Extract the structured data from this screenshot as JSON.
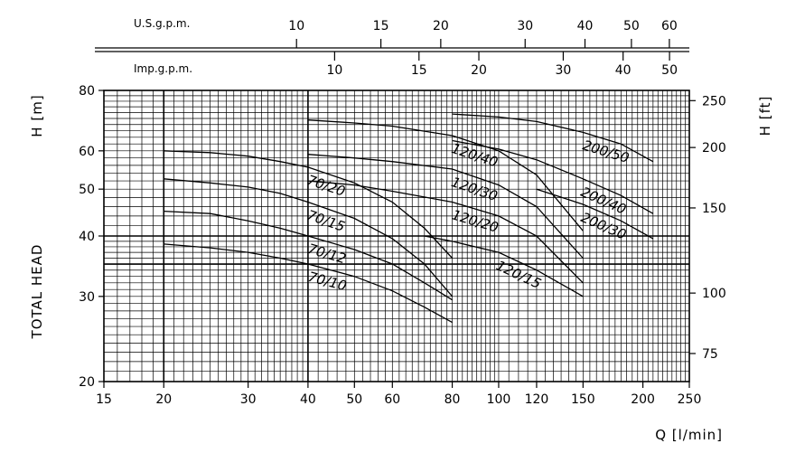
{
  "chart_data": {
    "type": "line",
    "title": "",
    "x_scale": "log",
    "y_scale": "log",
    "xlabel": "Q [l/min]",
    "ylabel": "TOTAL HEAD",
    "ylabel_unit_left": "H [m]",
    "ylabel_unit_right": "H [ft]",
    "xlim": [
      15,
      250
    ],
    "ylim": [
      20,
      80
    ],
    "grid": true,
    "x_ticks": [
      15,
      20,
      30,
      40,
      50,
      60,
      80,
      100,
      120,
      150,
      200,
      250
    ],
    "y_ticks": [
      20,
      30,
      40,
      50,
      60,
      80
    ],
    "right_axis_ticks_ft": [
      75,
      100,
      150,
      200,
      250
    ],
    "top_axes": [
      {
        "label": "U.S.g.p.m.",
        "ticks": [
          10,
          15,
          20,
          30,
          40,
          50,
          60
        ]
      },
      {
        "label": "Imp.g.p.m.",
        "ticks": [
          10,
          15,
          20,
          30,
          40,
          50
        ]
      }
    ],
    "series": [
      {
        "name": "70/20",
        "x": [
          20,
          25,
          30,
          35,
          40,
          50,
          60,
          70,
          80
        ],
        "y": [
          60,
          59.5,
          58.5,
          57,
          55.5,
          51.5,
          47,
          41.5,
          36
        ]
      },
      {
        "name": "70/15",
        "x": [
          20,
          25,
          30,
          35,
          40,
          50,
          60,
          70,
          80
        ],
        "y": [
          52.5,
          51.5,
          50.5,
          49,
          47,
          43.5,
          39.5,
          35,
          30
        ]
      },
      {
        "name": "70/12",
        "x": [
          20,
          25,
          30,
          35,
          40,
          50,
          60,
          70,
          80
        ],
        "y": [
          45,
          44.5,
          43,
          41.5,
          40,
          37.5,
          35,
          32,
          29.5
        ]
      },
      {
        "name": "70/10",
        "x": [
          20,
          25,
          30,
          35,
          40,
          50,
          60,
          70,
          80
        ],
        "y": [
          38.5,
          37.8,
          37,
          36,
          35,
          33,
          30.8,
          28.5,
          26.5
        ]
      },
      {
        "name": "120/40",
        "x": [
          40,
          50,
          60,
          80,
          100,
          120,
          150
        ],
        "y": [
          69.5,
          68.5,
          67.5,
          64.5,
          60,
          53.5,
          41
        ]
      },
      {
        "name": "120/30",
        "x": [
          40,
          50,
          60,
          80,
          100,
          120,
          150
        ],
        "y": [
          59,
          58,
          57,
          55,
          51,
          46,
          36
        ]
      },
      {
        "name": "120/20",
        "x": [
          40,
          50,
          60,
          80,
          100,
          120,
          150
        ],
        "y": [
          52,
          51,
          49.5,
          47,
          44,
          40,
          32
        ]
      },
      {
        "name": "120/15",
        "x": [
          70,
          80,
          100,
          120,
          150
        ],
        "y": [
          40,
          39,
          37,
          34,
          30
        ]
      },
      {
        "name": "200/50",
        "x": [
          80,
          100,
          120,
          150,
          180,
          210
        ],
        "y": [
          71.5,
          70.5,
          69,
          65.5,
          62,
          57
        ]
      },
      {
        "name": "200/40",
        "x": [
          80,
          100,
          120,
          150,
          180,
          210
        ],
        "y": [
          63,
          60.5,
          57.5,
          52.5,
          48.5,
          44.5
        ]
      },
      {
        "name": "200/30",
        "x": [
          120,
          150,
          180,
          210
        ],
        "y": [
          50,
          46.5,
          43,
          39.5
        ]
      }
    ]
  }
}
